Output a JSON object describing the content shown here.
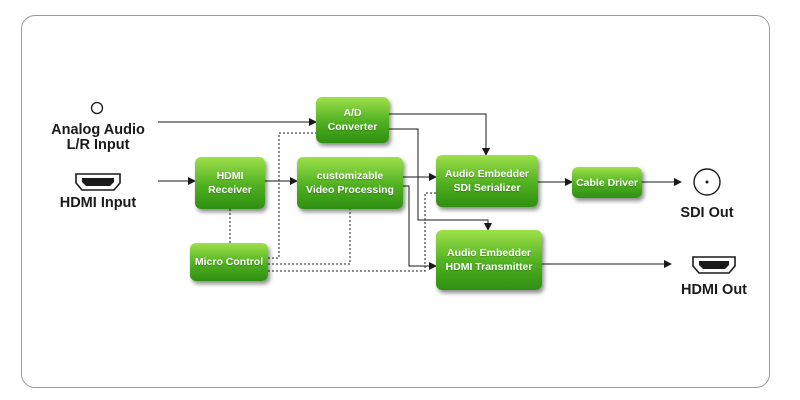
{
  "inputs": {
    "analog_audio": [
      "Analog Audio",
      "L/R Input"
    ],
    "hdmi_input": "HDMI Input"
  },
  "outputs": {
    "sdi_out": "SDI Out",
    "hdmi_out": "HDMI Out"
  },
  "blocks": {
    "ad_converter": [
      "A/D",
      "Converter"
    ],
    "hdmi_receiver": [
      "HDMI",
      "Receiver"
    ],
    "video_processing": [
      "customizable",
      "Video Processing"
    ],
    "audio_embedder_sdi": [
      "Audio Embedder",
      "SDI Serializer"
    ],
    "cable_driver": [
      "Cable Driver"
    ],
    "micro_control": [
      "Micro Control"
    ],
    "audio_embedder_hdmi": [
      "Audio Embedder",
      "HDMI Transmitter"
    ]
  },
  "colors": {
    "block_top": "#9ee04a",
    "block_bottom": "#2f8f12",
    "wire": "#1a1a1a",
    "frame": "#9a9a9a"
  }
}
